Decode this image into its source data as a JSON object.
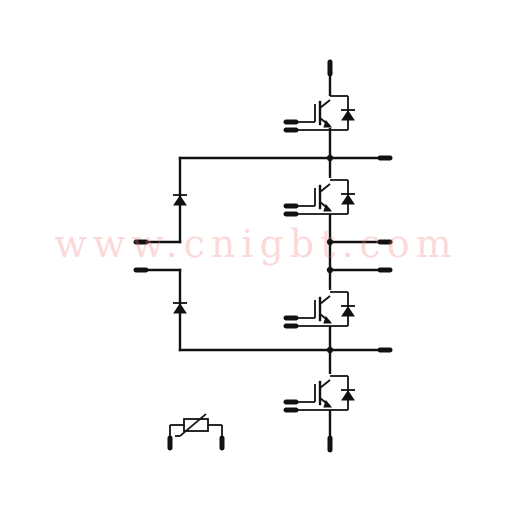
{
  "watermark": {
    "text": "www.cnigbt.com"
  },
  "diagram": {
    "type": "circuit-schematic",
    "components": [
      {
        "id": "igbt-1",
        "kind": "igbt-with-freewheel-diode"
      },
      {
        "id": "igbt-2",
        "kind": "igbt-with-freewheel-diode"
      },
      {
        "id": "igbt-3",
        "kind": "igbt-with-freewheel-diode"
      },
      {
        "id": "igbt-4",
        "kind": "igbt-with-freewheel-diode"
      },
      {
        "id": "clamp-diode-1",
        "kind": "diode"
      },
      {
        "id": "clamp-diode-2",
        "kind": "diode"
      },
      {
        "id": "ntc-thermistor",
        "kind": "thermistor"
      }
    ]
  },
  "colors": {
    "line": "#111111",
    "watermark": "#f07878"
  }
}
